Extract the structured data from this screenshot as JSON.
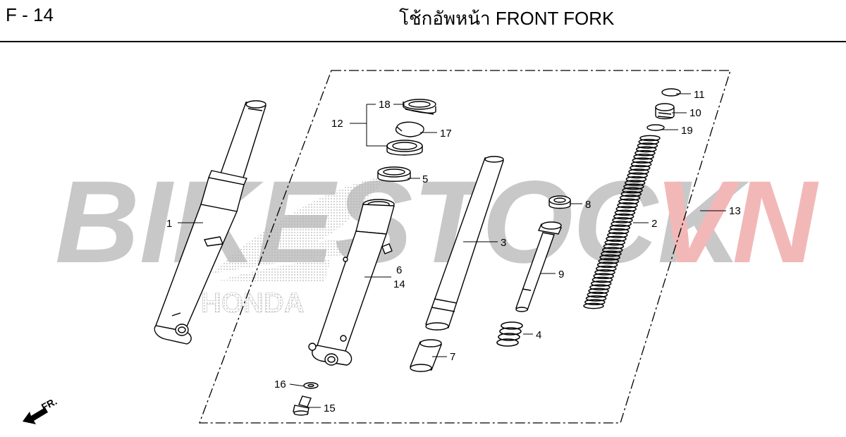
{
  "header": {
    "page_code": "F - 14",
    "title": "โช้กอัพหน้า  FRONT FORK"
  },
  "watermark": {
    "text_main": "BIKESTOCK",
    "text_accent": "VN",
    "main_color": "#c8c8c8",
    "accent_color": "#f2b8b8",
    "emblem_word": "HONDA"
  },
  "direction_marker": {
    "label": "FR."
  },
  "callouts": {
    "c1": "1",
    "c2": "2",
    "c3": "3",
    "c4": "4",
    "c5": "5",
    "c6": "6",
    "c7": "7",
    "c8": "8",
    "c9": "9",
    "c10": "10",
    "c11": "11",
    "c12": "12",
    "c13": "13",
    "c14": "14",
    "c15": "15",
    "c16": "16",
    "c17": "17",
    "c18": "18",
    "c19": "19"
  }
}
